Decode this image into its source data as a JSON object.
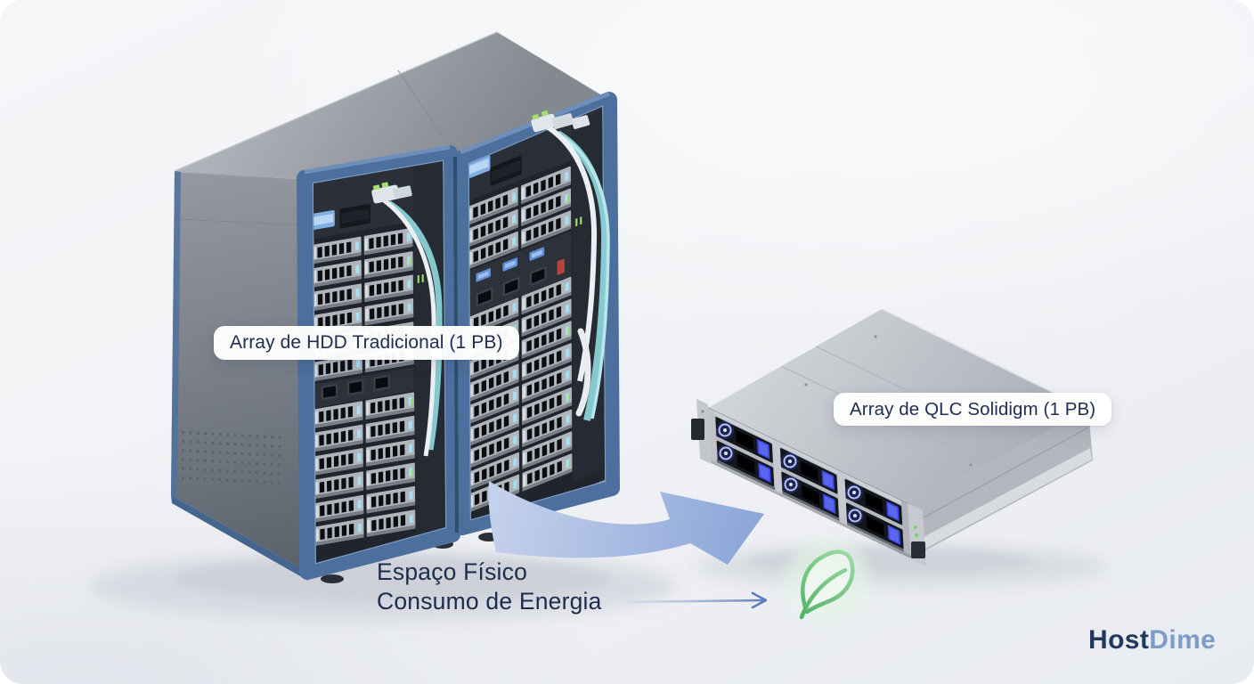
{
  "labels": {
    "hdd_array": "Array de HDD Tradicional (1 PB)",
    "qlc_array": "Array de QLC Solidigm (1 PB)"
  },
  "benefits": {
    "line1": "Espaço Físico",
    "line2": "Consumo de Energia"
  },
  "brand": {
    "part1": "Host",
    "part2": "Dime"
  },
  "icons": {
    "leaf": "leaf-icon",
    "transition_arrow": "curved-arrow-icon",
    "benefit_arrow": "thin-arrow-icon"
  },
  "colors": {
    "navy_text": "#1d2c4e",
    "brand_navy": "#21395d",
    "brand_light": "#7d9cc8",
    "rack_frame_blue": "#4d6f9d",
    "rack_metal_gray": "#8e939c",
    "cable_teal": "#8ad2d8",
    "arrow_blue": "#9db4e0",
    "leaf_green": "#6cc276",
    "drive_led_blue": "#3c49e4",
    "lcd_blue": "#7fb0e4",
    "card_background": "#f2f3f6"
  }
}
